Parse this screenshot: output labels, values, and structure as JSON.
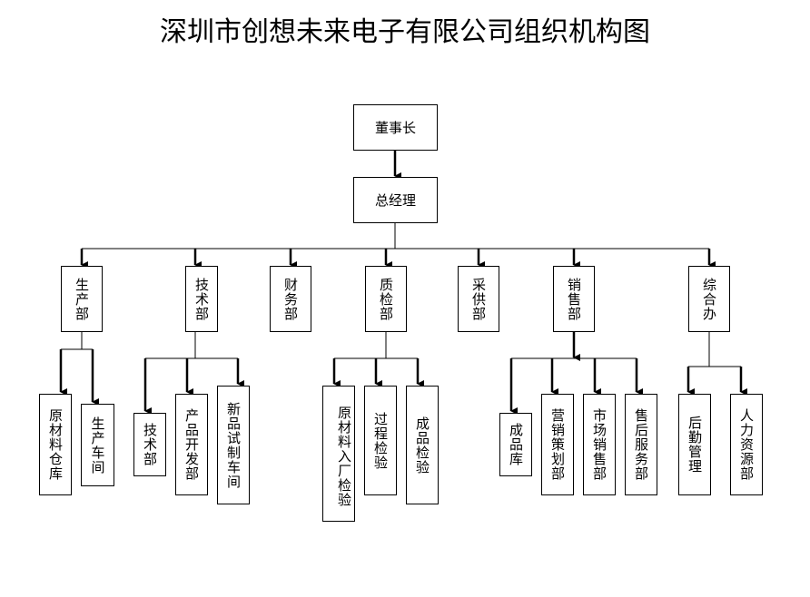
{
  "title": "深圳市创想未来电子有限公司组织机构图",
  "nodes": {
    "chairman": "董事长",
    "gm": "总经理",
    "production": "生产部",
    "tech": "技术部",
    "finance": "财务部",
    "qc": "质检部",
    "purchase": "采供部",
    "sales": "销售部",
    "admin": "综合办",
    "raw_warehouse": "原材料仓库",
    "workshop": "生产车间",
    "tech_sub": "技术部",
    "product_dev": "产品开发部",
    "trial_workshop": "新品试制车间",
    "incoming_qc": "原材料入厂检验",
    "process_qc": "过程检验",
    "final_qc": "成品检验",
    "finished_store": "成品库",
    "marketing": "营销策划部",
    "market_sales": "市场销售部",
    "after_sales": "售后服务部",
    "logistics": "后勤管理",
    "hr": "人力资源部"
  }
}
